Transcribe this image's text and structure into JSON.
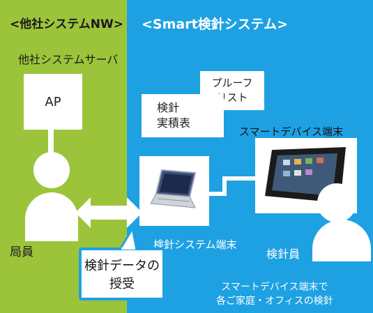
{
  "other_nw": {
    "title": "<他社システムNW>",
    "server_label": "他社システムサーバ",
    "ap_label": "AP",
    "staff_label": "局員"
  },
  "smart": {
    "title": "<Smart検針システム>",
    "proof_line1": "プルーフ",
    "proof_line2": "リスト",
    "record_line1": "検針",
    "record_line2": "実積表",
    "device_label": "スマートデバイス端末",
    "terminal_label": "検針システム端末",
    "reader_label": "検針員",
    "caption_line1": "スマートデバイス端末で",
    "caption_line2": "各ご家庭・オフィスの検針"
  },
  "callout": {
    "line1": "検針データの",
    "line2": "授受"
  },
  "colors": {
    "green": "#9cc43a",
    "blue": "#1ea1e3",
    "white": "#ffffff"
  }
}
